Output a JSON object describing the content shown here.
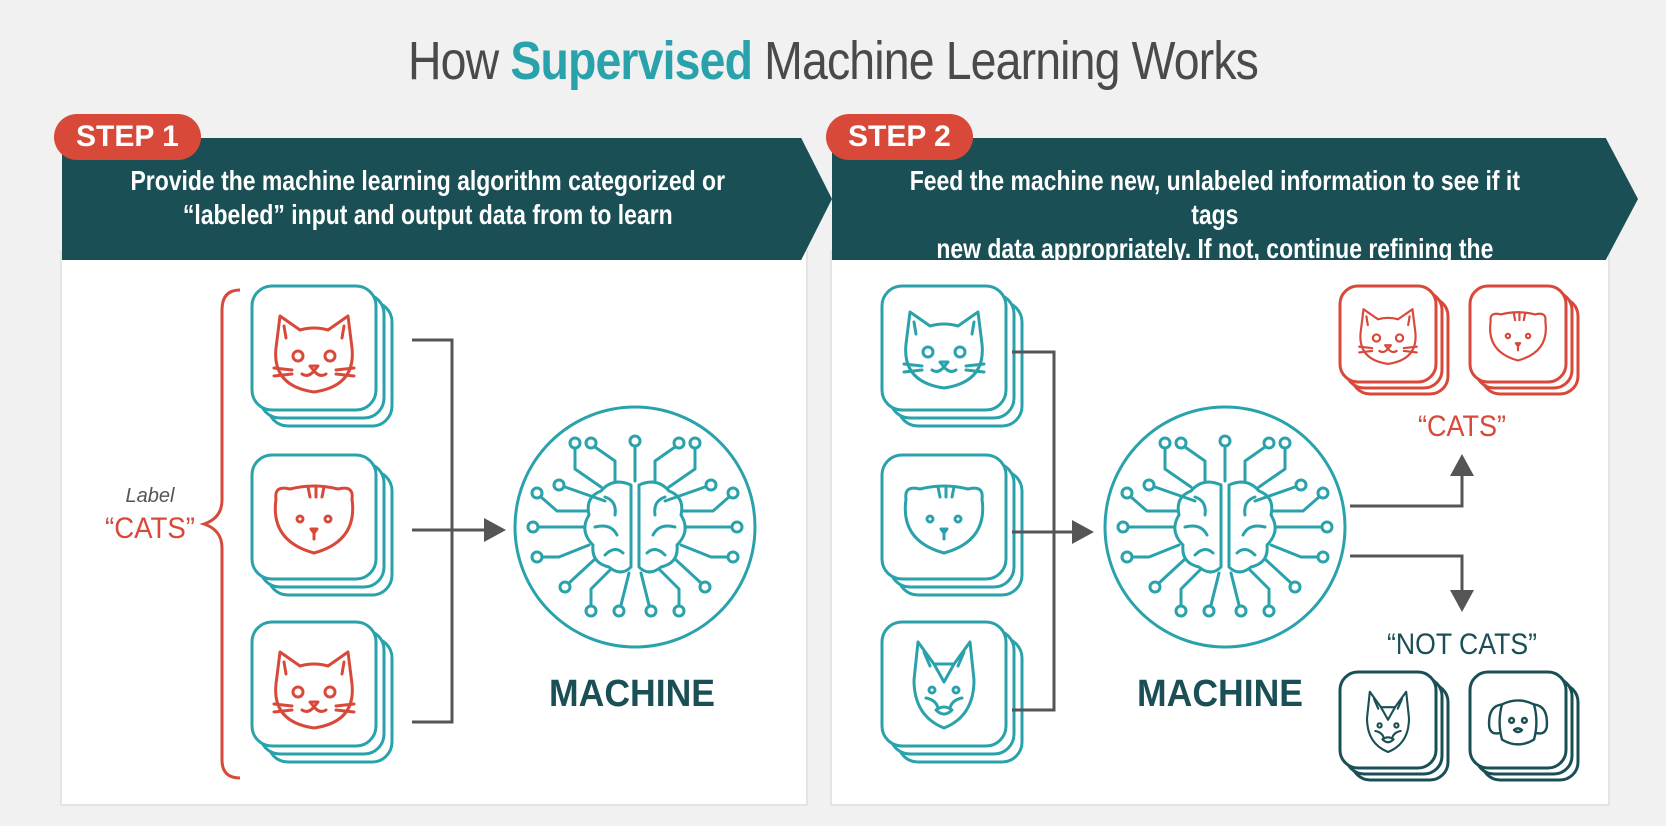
{
  "title": {
    "prefix": "How",
    "highlight": "Supervised",
    "suffix": "Machine Learning Works"
  },
  "steps": [
    {
      "badge": "STEP 1",
      "line1": "Provide the machine learning algorithm categorized or",
      "line2": "“labeled” input and output data from to learn"
    },
    {
      "badge": "STEP 2",
      "line1": "Feed the machine new, unlabeled information to see if it tags",
      "line2": "new data appropriately. If not, continue refining the algorithm"
    }
  ],
  "step1": {
    "label_word": "Label",
    "label_value": "“CATS”",
    "machine_label": "MACHINE"
  },
  "step2": {
    "machine_label": "MACHINE",
    "cats_label": "“CATS”",
    "not_cats_label": "“NOT CATS”"
  },
  "colors": {
    "teal": "#2aa2ac",
    "dark_teal": "#1a4f55",
    "red": "#d8493a",
    "gray_line": "#555555"
  },
  "icons": [
    "cat-icon",
    "dog-icon",
    "brain-circuit-icon",
    "arrow-icon",
    "brace-icon"
  ]
}
